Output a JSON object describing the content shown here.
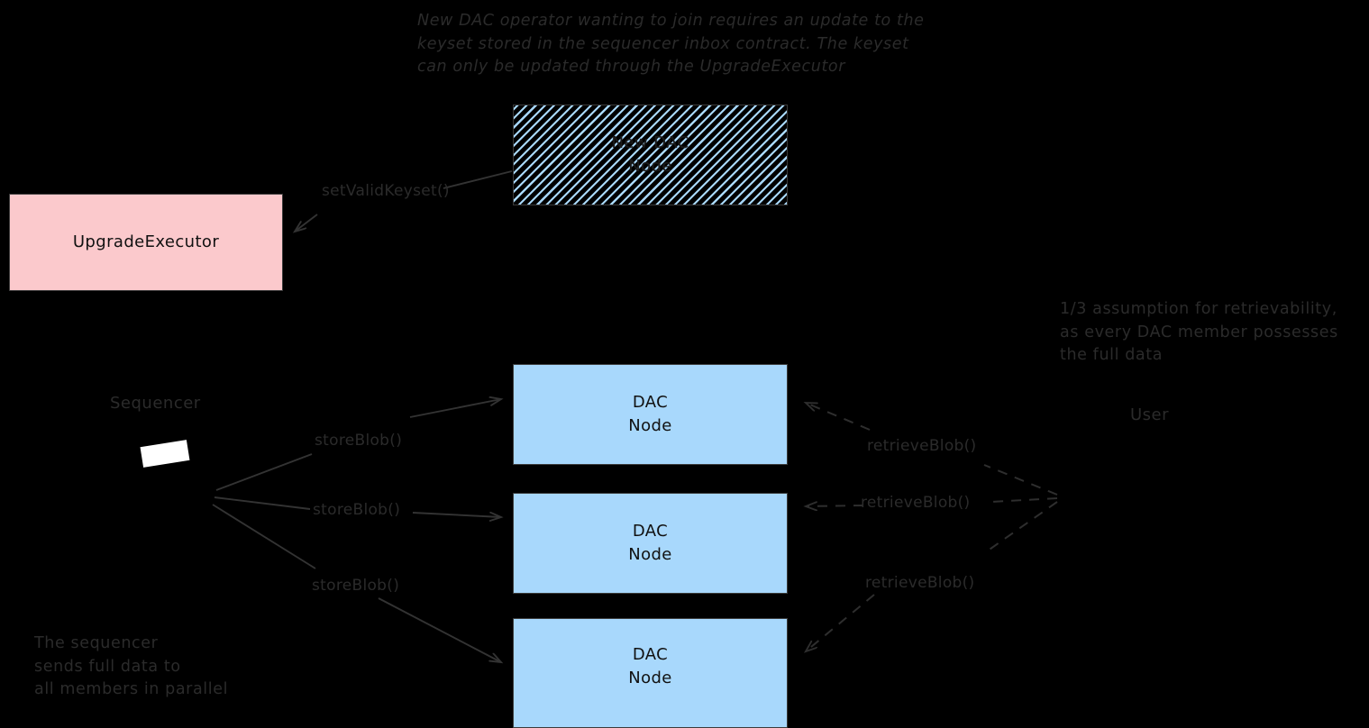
{
  "diagram": {
    "background_color": "#000000",
    "stroke_color": "#333333",
    "notes": [
      {
        "id": "keyset-note",
        "text": "New DAC operator wanting to join requires an update to the\nkeyset stored in the sequencer inbox contract. The keyset\ncan only be updated through the UpgradeExecutor"
      },
      {
        "id": "retrievability-note",
        "text": "1/3 assumption for retrievability,\nas every DAC member possesses\nthe full data"
      },
      {
        "id": "sequencer-note",
        "text": "The sequencer\nsends full data to\nall members in parallel"
      }
    ],
    "actors": [
      {
        "id": "sequencer",
        "label": "Sequencer"
      },
      {
        "id": "user",
        "label": "User"
      }
    ],
    "nodes": [
      {
        "id": "new-dac-node",
        "label": "New DAC\nNode",
        "style": "hatched",
        "fill": "#a8d8fc"
      },
      {
        "id": "upgrade-executor",
        "label": "UpgradeExecutor",
        "style": "solid",
        "fill": "#fbc9cc"
      },
      {
        "id": "dac-node-1",
        "label": "DAC\nNode",
        "style": "solid",
        "fill": "#a8d8fc"
      },
      {
        "id": "dac-node-2",
        "label": "DAC\nNode",
        "style": "solid",
        "fill": "#a8d8fc"
      },
      {
        "id": "dac-node-3",
        "label": "DAC\nNode",
        "style": "solid",
        "fill": "#a8d8fc"
      }
    ],
    "edges": [
      {
        "id": "set-valid-keyset",
        "label": "setValidKeyset()",
        "style": "solid",
        "from": "new-dac-node",
        "to": "upgrade-executor"
      },
      {
        "id": "store-blob-1",
        "label": "storeBlob()",
        "style": "solid",
        "from": "sequencer",
        "to": "dac-node-1"
      },
      {
        "id": "store-blob-2",
        "label": "storeBlob()",
        "style": "solid",
        "from": "sequencer",
        "to": "dac-node-2"
      },
      {
        "id": "store-blob-3",
        "label": "storeBlob()",
        "style": "solid",
        "from": "sequencer",
        "to": "dac-node-3"
      },
      {
        "id": "retrieve-blob-1",
        "label": "retrieveBlob()",
        "style": "dashed",
        "from": "user",
        "to": "dac-node-1"
      },
      {
        "id": "retrieve-blob-2",
        "label": "retrieveBlob()",
        "style": "dashed",
        "from": "user",
        "to": "dac-node-2"
      },
      {
        "id": "retrieve-blob-3",
        "label": "retrieveBlob()",
        "style": "dashed",
        "from": "user",
        "to": "dac-node-3"
      }
    ]
  }
}
